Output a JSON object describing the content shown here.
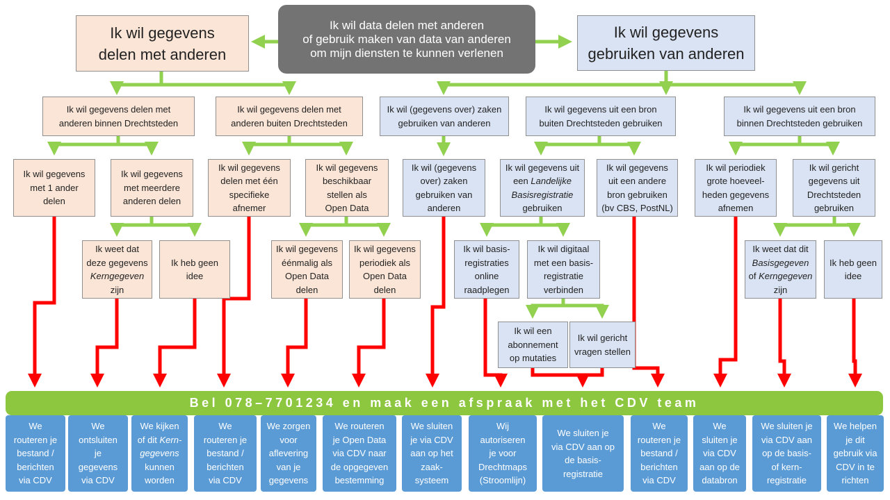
{
  "title": "Ik wil data delen met anderen\nof gebruik maken van data van anderen\nom mijn diensten te kunnen verlenen",
  "branches": {
    "delen": "Ik wil gegevens\ndelen met anderen",
    "gebruiken": "Ik wil gegevens\ngebruiken van anderen"
  },
  "level2": {
    "binnen_delen": "Ik wil gegevens delen met\nanderen binnen  Drechtsteden",
    "buiten_delen": "Ik wil gegevens delen met\nanderen buiten Drechtsteden",
    "zaken": "Ik wil (gegevens over) zaken\ngebruiken van anderen",
    "bron_buiten": "Ik wil gegevens uit een bron\nbuiten Drechtsteden gebruiken",
    "bron_binnen": "Ik wil gegevens uit een bron\nbinnen Drechtsteden gebruiken"
  },
  "level3": {
    "met1": "Ik wil gegevens\nmet 1 ander\ndelen",
    "meerdere": "Ik wil gegevens\nmet meerdere\nanderen delen",
    "specifiek": "Ik wil gegevens\ndelen met één\nspecifieke\nafnemer",
    "opendata": "Ik wil gegevens\nbeschikbaar\nstellen als\nOpen Data",
    "zaken_gebruiken": "Ik wil (gegevens\nover) zaken\ngebruiken van\nanderen",
    "landelijk": {
      "line1": "Ik wil gegevens uit",
      "line2_pre": "een ",
      "line2_em": "Landelijke",
      "line3_em": "Basisregistratie",
      "line4": "gebruiken"
    },
    "andere_bron": "Ik wil gegevens\nuit een andere\nbron gebruiken\n(bv CBS, PostNL)",
    "periodiek_grote": "Ik wil periodiek\ngrote hoeveel-\nheden gegevens\nafnemen",
    "gericht_drecht": "Ik wil  gericht\ngegevens uit\nDrechtsteden\ngebruiken"
  },
  "level4": {
    "kern": {
      "line1": "Ik weet dat",
      "line2": "deze gegevens",
      "line3_em": "Kerngegeven",
      "line4": "zijn"
    },
    "geen_idee_1": "Ik heb geen\nidee",
    "eenmalig": "Ik wil gegevens\néénmalig als\nOpen Data\ndelen",
    "periodiek_open": "Ik wil gegevens\nperiodiek als\nOpen Data\ndelen",
    "online": "Ik wil basis-\nregistraties\nonline\nraadplegen",
    "digitaal": "Ik wil digitaal\nmet een basis-\nregistratie\nverbinden",
    "basis": {
      "line1": "Ik weet dat dit",
      "line2_em": "Basisgegeven",
      "line3_pre": "of ",
      "line3_em": "Kerngegeven",
      "line4": "zijn"
    },
    "geen_idee_2": "Ik heb geen\nidee"
  },
  "level5": {
    "abonnement": "Ik wil een\nabonnement\nop mutaties",
    "gericht_vragen": "Ik wil gericht\nvragen stellen"
  },
  "banner": "Bel 078–7701234 en maak een afspraak met het CDV team",
  "outcomes": {
    "o1": "We\nrouteren  je\nbestand /\nberichten\nvia CDV",
    "o2": "We\nontsluiten\nje\ngegevens\nvia CDV",
    "o3": {
      "line1": "We kijken",
      "line2_pre": "of dit ",
      "line2_em": "Kern-",
      "line3_em": "gegevens",
      "line4": "kunnen",
      "line5": "worden"
    },
    "o4": "We\nrouteren  je\nbestand /\nberichten\nvia CDV",
    "o5": "We zorgen\nvoor\naflevering\nvan je\ngegevens",
    "o6": "We routeren\nje Open Data\nvia CDV naar\nde opgegeven\nbestemming",
    "o7": "We sluiten\nje via CDV\naan op het\nzaak-\nsysteem",
    "o8": "Wij\nautoriseren\nje voor\nDrechtmaps\n(Stroomlijn)",
    "o9": "We sluiten je\nvia CDV aan op\nde basis-\nregistratie",
    "o10": "We\nrouteren  je\nbestand /\nberichten\nvia CDV",
    "o11": "We\nsluiten je\nvia CDV\naan op de\ndatabron",
    "o12": "We sluiten je\nvia CDV aan\nop de basis-\nof kern-\nregistratie",
    "o13": "We helpen\nje dit\ngebruik via\nCDV in te\nrichten"
  },
  "colors": {
    "green_connector": "#92d050",
    "red_arrow": "#ff0000",
    "banner": "#8dc63f",
    "outcome": "#5b9bd5",
    "peach": "#fbe5d6",
    "light_blue": "#dae3f3",
    "top": "#737373"
  }
}
